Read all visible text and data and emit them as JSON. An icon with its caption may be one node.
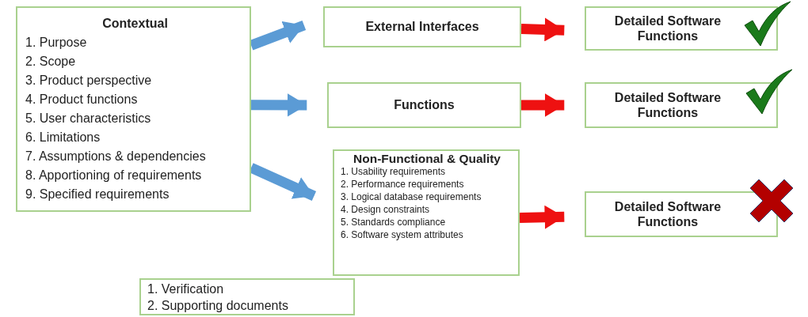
{
  "diagram": {
    "nodes": [
      {
        "text": [
          "Contextual",
          "1. Purpose",
          "2. Scope",
          "3. Product perspective",
          "4. Product functions",
          "5. User characteristics",
          "6. Limitations",
          "7. Assumptions & dependencies",
          "8. Apportioning of requirements",
          "9. Specified requirements"
        ]
      },
      {
        "text": [
          "External Interfaces"
        ]
      },
      {
        "text": [
          "Functions"
        ]
      },
      {
        "text": [
          "Non-Functional & Quality",
          "1. Usability requirements",
          "2. Performance requirements",
          "3. Logical database requirements",
          "4. Design constraints",
          "5. Standards compliance",
          "6. Software system attributes"
        ]
      },
      {
        "text": [
          "1. Verification",
          "2. Supporting documents"
        ]
      },
      {
        "text": [
          "Detailed Software Functions"
        ]
      },
      {
        "text": [
          "Detailed Software Functions"
        ]
      },
      {
        "text": [
          "Detailed Software Functions"
        ]
      }
    ],
    "edges": [
      {
        "from": 0,
        "to": 1,
        "arrow": "to",
        "color": "#5b9bd5"
      },
      {
        "from": 0,
        "to": 2,
        "arrow": "to",
        "color": "#5b9bd5"
      },
      {
        "from": 0,
        "to": 3,
        "arrow": "to",
        "color": "#5b9bd5"
      },
      {
        "from": 1,
        "to": 5,
        "arrow": "to",
        "color": "#ee1111"
      },
      {
        "from": 2,
        "to": 6,
        "arrow": "to",
        "color": "#ee1111"
      },
      {
        "from": 3,
        "to": 7,
        "arrow": "to",
        "color": "#ee1111"
      }
    ]
  }
}
